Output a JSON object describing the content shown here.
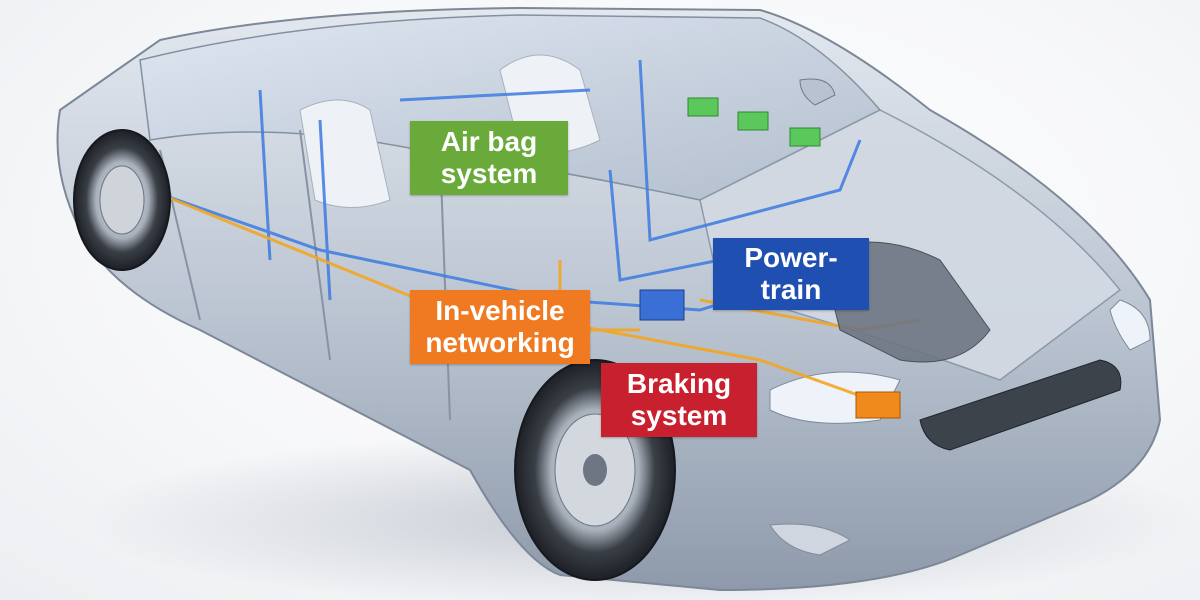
{
  "labels": {
    "airbag": {
      "text": "Air bag\nsystem",
      "bg": "#6aaa3a",
      "fg": "#ffffff"
    },
    "powertrain": {
      "text": "Power-\ntrain",
      "bg": "#1f4fb0",
      "fg": "#ffffff"
    },
    "networking": {
      "text": "In-vehicle\nnetworking",
      "bg": "#f07a22",
      "fg": "#ffffff"
    },
    "braking": {
      "text": "Braking\nsystem",
      "bg": "#c8202e",
      "fg": "#ffffff"
    }
  },
  "colors": {
    "car_body": "#c9d2de",
    "car_shadow": "#8e9aab",
    "wiring_blue": "#3d7be0",
    "wiring_orange": "#f2a623",
    "module_green": "#5ac85a",
    "module_blue": "#3a6fd6",
    "module_orange": "#f08a1c"
  },
  "icons": [
    "car-cutaway-illustration",
    "wheel-icon",
    "ecu-module-icon"
  ]
}
